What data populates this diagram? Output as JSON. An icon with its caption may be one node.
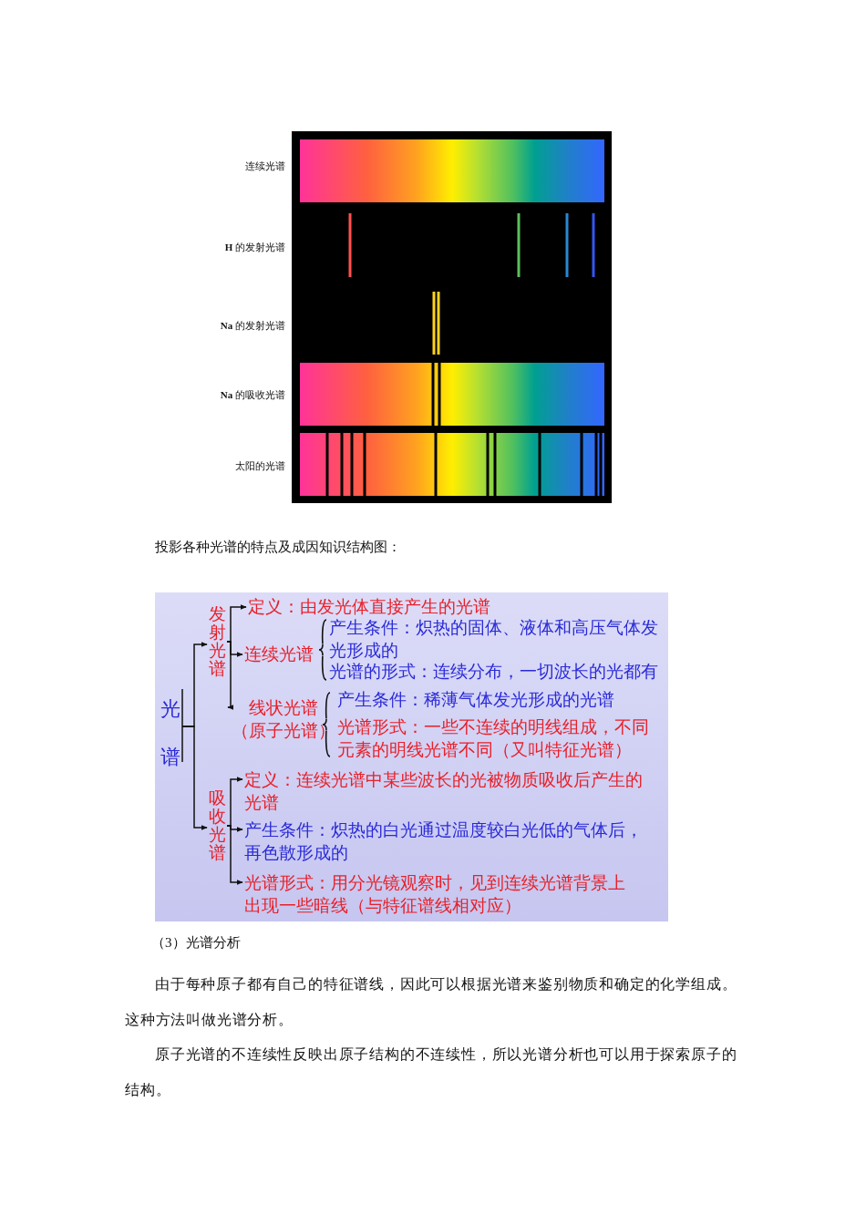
{
  "diagram": {
    "nodes": [
      {
        "text": [
          "光谱"
        ]
      },
      {
        "text": [
          "发射光谱"
        ]
      },
      {
        "text": [
          "定义：由发光体直接产生的光谱"
        ]
      },
      {
        "text": [
          "连续光谱"
        ]
      },
      {
        "text": [
          "产生条件：炽热的固体、液体和高压气体发光形成的"
        ]
      },
      {
        "text": [
          "光谱的形式：连续分布，一切波长的光都有"
        ]
      },
      {
        "text": [
          "线状光谱",
          "（原子光谱）"
        ]
      },
      {
        "text": [
          "产生条件：稀薄气体发光形成的光谱"
        ]
      },
      {
        "text": [
          "光谱形式：一些不连续的明线组成，不同元素的明线光谱不同（又叫特征光谱）"
        ]
      },
      {
        "text": [
          "吸收光谱"
        ]
      },
      {
        "text": [
          "定义：连续光谱中某些波长的光被物质吸收后产生的光谱"
        ]
      },
      {
        "text": [
          "产生条件：炽热的白光通过温度较白光低的气体后，再色散形成的"
        ]
      },
      {
        "text": [
          "光谱形式：用分光镜观察时，见到连续光谱背景上出现一些暗线（与特征谱线相对应）"
        ]
      }
    ],
    "edges": [
      {
        "from": 0,
        "to": 1,
        "arrow": "to"
      },
      {
        "from": 0,
        "to": 9,
        "arrow": "to"
      },
      {
        "from": 1,
        "to": 2,
        "arrow": "to"
      },
      {
        "from": 1,
        "to": 3,
        "arrow": "to"
      },
      {
        "from": 1,
        "to": 6,
        "arrow": "to"
      },
      {
        "from": 9,
        "to": 10,
        "arrow": "to"
      },
      {
        "from": 9,
        "to": 11,
        "arrow": "to"
      },
      {
        "from": 9,
        "to": 12,
        "arrow": "to"
      }
    ],
    "labels": [
      "连续光谱",
      "**H** 的发射光谱",
      "**Na** 的发射光谱",
      "**Na** 的吸收光谱",
      "太阳的光谱",
      "投影各种光谱的特点及成因知识结构图：",
      "（3）光谱分析",
      "由于每种原子都有自己的特征谱线，因此可以根据光谱来鉴别物质和确定的化学组成。这种方法叫做光谱分析。",
      "原子光谱的不连续性反映出原子结构的不连续性，所以光谱分析也可以用于探索原子的结构。"
    ]
  }
}
